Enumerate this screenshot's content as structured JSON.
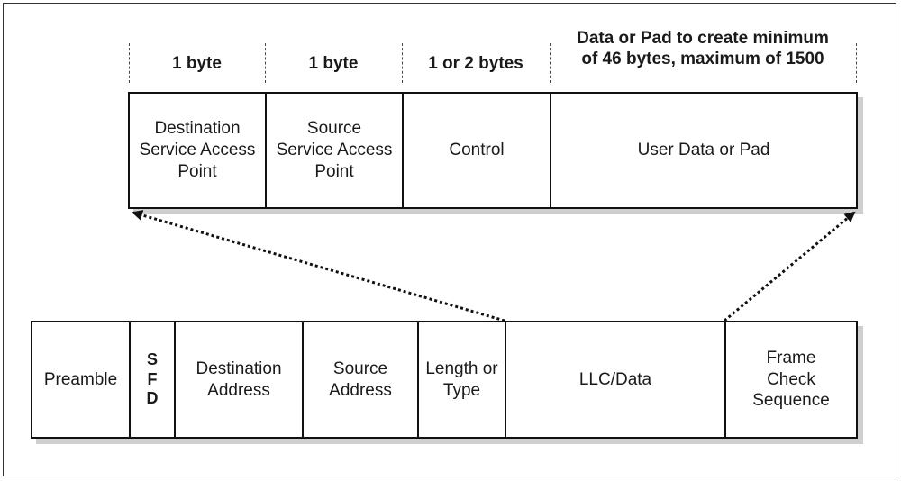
{
  "size_labels": {
    "dsap": "1 byte",
    "ssap": "1 byte",
    "control": "1 or 2 bytes",
    "data": "Data or Pad to create minimum\nof 46 bytes, maximum of 1500"
  },
  "llc_fields": {
    "dsap": "Destination\nService Access\nPoint",
    "ssap": "Source\nService Access\nPoint",
    "control": "Control",
    "user_data": "User Data or Pad"
  },
  "frame_fields": {
    "preamble": "Preamble",
    "sfd": "S\nF\nD",
    "destination": "Destination\nAddress",
    "source": "Source\nAddress",
    "length_type": "Length or\nType",
    "llc_data": "LLC/Data",
    "fcs": "Frame\nCheck\nSequence"
  },
  "colors": {
    "line": "#111111",
    "shadow": "#cfcfcf",
    "frame": "#333333"
  }
}
